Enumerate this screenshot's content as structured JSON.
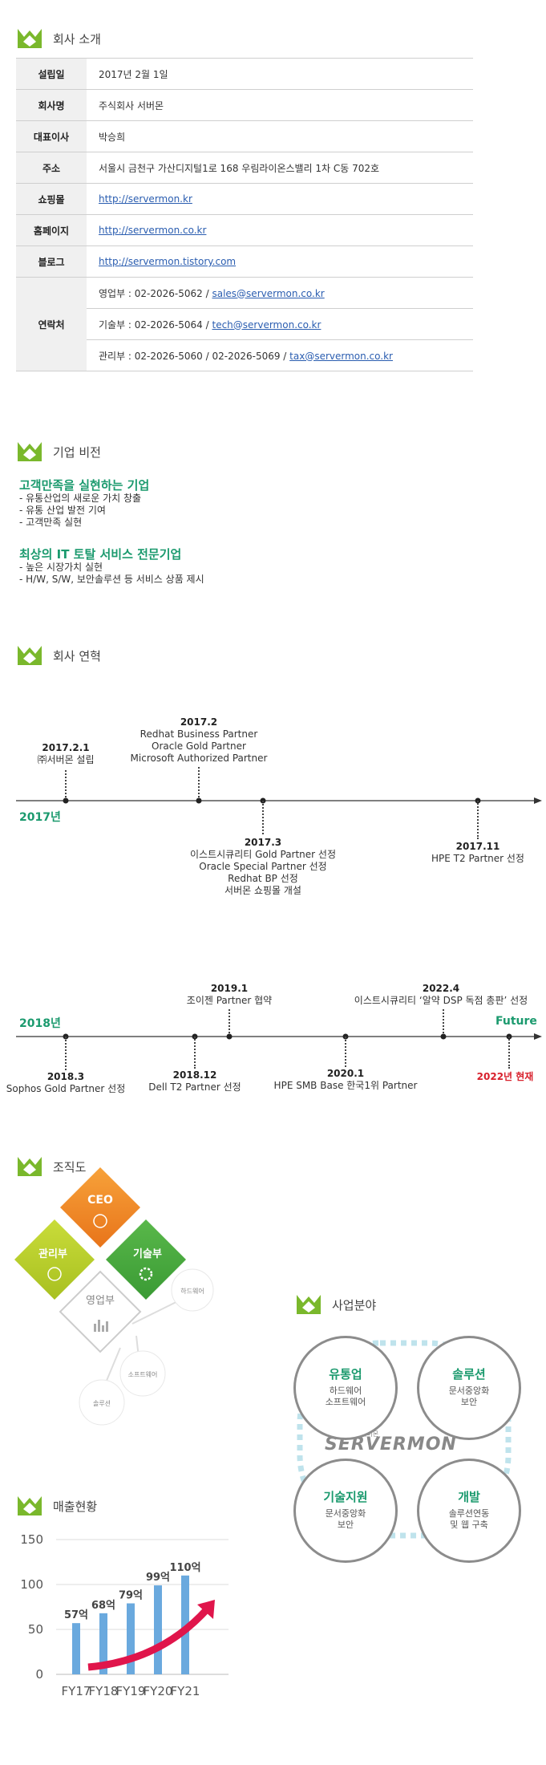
{
  "company": {
    "title": "회사 소개",
    "rows": [
      {
        "label": "설립일",
        "value": "2017년 2월 1일"
      },
      {
        "label": "회사명",
        "value": "주식회사 서버몬"
      },
      {
        "label": "대표이사",
        "value": "박승희"
      },
      {
        "label": "주소",
        "value": "서울시 금천구 가산디지털1로 168 우림라이온스밸리 1차 C동 702호"
      },
      {
        "label": "쇼핑몰",
        "value": "http://servermon.kr"
      },
      {
        "label": "홈페이지",
        "value": "http://servermon.co.kr"
      },
      {
        "label": "블로그",
        "value": "http://servermon.tistory.com"
      }
    ],
    "contact_label": "연락처",
    "contacts": [
      {
        "text": "영업부 : 02-2026-5062 / ",
        "email": "sales@servermon.co.kr"
      },
      {
        "text": "기술부 : 02-2026-5064 / ",
        "email": "tech@servermon.co.kr"
      },
      {
        "text": "관리부 : 02-2026-5060 / 02-2026-5069 / ",
        "email": "tax@servermon.co.kr"
      }
    ]
  },
  "vision": {
    "title": "기업 비전",
    "h1": "고객만족을 실현하는 기업",
    "l1": [
      "- 유통산업의 새로운 가치 창출",
      "- 유통 산업 발전 기여",
      "- 고객만족 실현"
    ],
    "h2": "최상의 IT 토탈 서비스 전문기업",
    "l2": [
      "- 높은 시장가치 실현",
      "- H/W, S/W, 보안솔루션 등 서비스 상품 제시"
    ]
  },
  "history": {
    "title": "회사 연혁",
    "year1": "2017년",
    "ev1": {
      "date": "2017.2.1",
      "lines": [
        "㈜서버몬 설립"
      ]
    },
    "ev2": {
      "date": "2017.2",
      "lines": [
        "Redhat Business Partner",
        "Oracle Gold Partner",
        "Microsoft Authorized Partner"
      ]
    },
    "ev3": {
      "date": "2017.3",
      "lines": [
        "이스트시큐리티 Gold Partner 선정",
        "Oracle Special Partner 선정",
        "Redhat BP 선정",
        "서버몬 쇼핑몰 개설"
      ]
    },
    "ev4": {
      "date": "2017.11",
      "lines": [
        "HPE T2 Partner 선정"
      ]
    },
    "year2": "2018년",
    "future": "Future",
    "ev5": {
      "date": "2018.3",
      "lines": [
        "Sophos Gold Partner 선정"
      ]
    },
    "ev6": {
      "date": "2018.12",
      "lines": [
        "Dell T2 Partner 선정"
      ]
    },
    "ev7": {
      "date": "2019.1",
      "lines": [
        "조이젠 Partner 협약"
      ]
    },
    "ev8": {
      "date": "2020.1",
      "lines": [
        "HPE SMB Base 한국1위 Partner"
      ]
    },
    "ev9": {
      "date": "2022.4",
      "lines": [
        "이스트시큐리티 ‘알약 DSP 독점 총판’ 선정"
      ]
    },
    "now": "2022년 현재"
  },
  "org": {
    "title": "조직도",
    "ceo": "CEO",
    "admin": "관리부",
    "tech": "기술부",
    "sales": "영업부",
    "hw": "하드웨어",
    "sw": "소프트웨어",
    "sol": "솔루션"
  },
  "business": {
    "title": "사업분야",
    "brand_small": "주식회사 서버몬",
    "brand": "SERVERMON",
    "items": [
      {
        "title": "유통업",
        "lines": [
          "하드웨어",
          "소프트웨어"
        ]
      },
      {
        "title": "솔루션",
        "lines": [
          "문서중앙화",
          "보안"
        ]
      },
      {
        "title": "기술지원",
        "lines": [
          "문서중앙화",
          "보안"
        ]
      },
      {
        "title": "개발",
        "lines": [
          "솔루션연동",
          "및 웹 구축"
        ]
      }
    ]
  },
  "sales_chart": {
    "title": "매출현황",
    "colors": {
      "accent": "#1b9a6e",
      "bar": "#5b9fd8",
      "arrow": "#e0154b"
    }
  },
  "chart_data": {
    "type": "bar",
    "categories": [
      "FY17",
      "FY18",
      "FY19",
      "FY20",
      "FY21"
    ],
    "values": [
      57,
      68,
      79,
      99,
      110
    ],
    "labels": [
      "57억",
      "68억",
      "79억",
      "99억",
      "110억"
    ],
    "yticks": [
      "0",
      "50",
      "100",
      "150"
    ],
    "ylim": [
      0,
      150
    ],
    "title": "",
    "xlabel": "",
    "ylabel": ""
  }
}
